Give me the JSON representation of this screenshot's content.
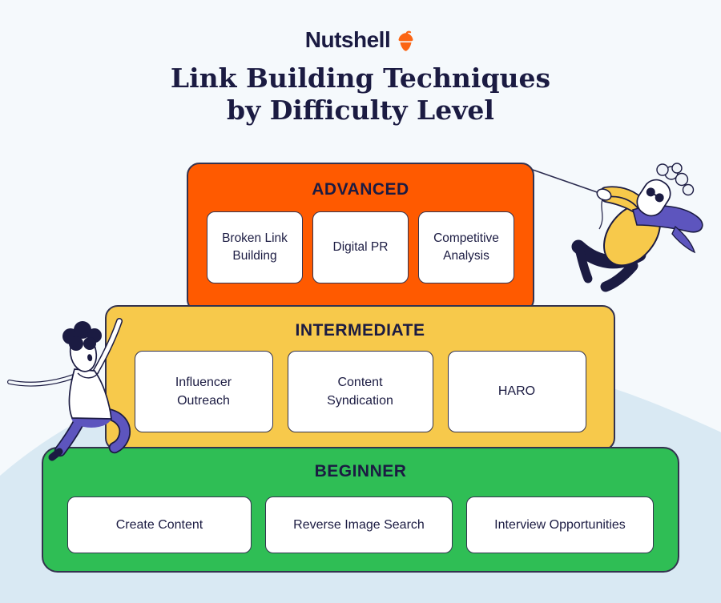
{
  "brand": {
    "name": "Nutshell",
    "logo_icon": "acorn-icon",
    "accent_color": "#FB6514"
  },
  "title": {
    "line1": "Link Building Techniques",
    "line2": "by Difficulty Level"
  },
  "tiers": [
    {
      "label": "ADVANCED",
      "color": "#FF5A00",
      "items": [
        "Broken Link Building",
        "Digital PR",
        "Competitive Analysis"
      ]
    },
    {
      "label": "INTERMEDIATE",
      "color": "#F7C94B",
      "items": [
        "Influencer Outreach",
        "Content Syndication",
        "HARO"
      ]
    },
    {
      "label": "BEGINNER",
      "color": "#2FBE55",
      "items": [
        "Create Content",
        "Reverse Image Search",
        "Interview Opportunities"
      ]
    }
  ],
  "colors": {
    "background": "#F5F9FC",
    "hill": "#D9E9F3",
    "text_navy": "#1B1B42",
    "block_border": "#33334F",
    "card_background": "#FFFFFF",
    "figure_purple": "#5D55BE",
    "figure_yellow": "#F7C94B",
    "figure_navy": "#1B1B42"
  }
}
